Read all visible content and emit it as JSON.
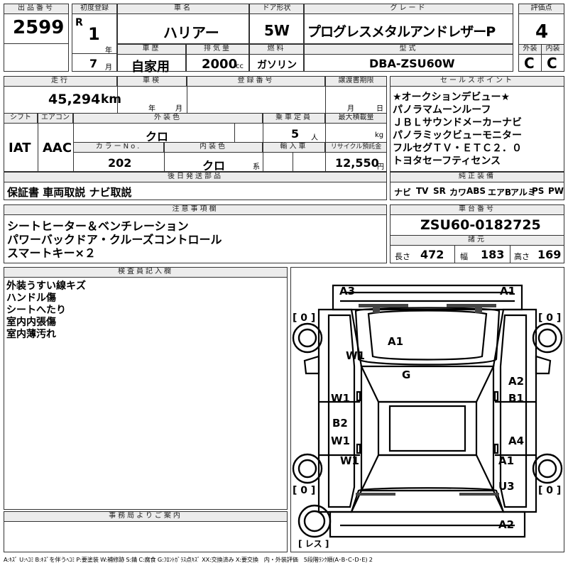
{
  "lot": {
    "label": "出品番号",
    "value": "2599"
  },
  "first_reg": {
    "label": "初度登録",
    "era": "R",
    "year": "1",
    "year_unit": "年",
    "month": "7",
    "month_unit": "月"
  },
  "car_name": {
    "label": "車名",
    "value": "ハリアー"
  },
  "door": {
    "label": "ドア形状",
    "value": "5W"
  },
  "grade": {
    "label": "グレード",
    "value": "プログレスメタルアンドレザーP"
  },
  "rating": {
    "label": "評価点",
    "value": "4",
    "ext_label": "外装",
    "ext_value": "C",
    "int_label": "内装",
    "int_value": "C"
  },
  "history": {
    "label": "車歴",
    "value": "自家用"
  },
  "displacement": {
    "label": "排気量",
    "value": "2000",
    "unit": "cc"
  },
  "fuel": {
    "label": "燃料",
    "value": "ガソリン"
  },
  "model_code": {
    "label": "型式",
    "value": "DBA-ZSU60W"
  },
  "mileage": {
    "label": "走行",
    "value": "45,294",
    "unit": "km"
  },
  "inspection": {
    "label": "車検",
    "year_unit": "年",
    "month_unit": "月"
  },
  "reg_number": {
    "label": "登録番号"
  },
  "transfer": {
    "label": "譲渡書期限",
    "month_unit": "月",
    "day_unit": "日"
  },
  "shift": {
    "label": "シフト",
    "value": "IAT"
  },
  "ac": {
    "label": "エアコン",
    "value": "AAC"
  },
  "ext_color": {
    "label": "外装色",
    "value": "クロ"
  },
  "capacity": {
    "label": "乗車定員",
    "value": "5",
    "unit": "人"
  },
  "max_load": {
    "label": "最大積載量",
    "unit": "kg"
  },
  "color_no": {
    "label": "カラーNo.",
    "value": "202"
  },
  "int_color": {
    "label": "内装色",
    "value": "クロ",
    "unit": "系"
  },
  "import": {
    "label": "輸入車"
  },
  "recycle": {
    "label": "リサイクル預託金",
    "value": "12,550",
    "unit": "円"
  },
  "sales_points": {
    "label": "セールスポイント",
    "items": [
      "★オークションデビュー★",
      "パノラマムーンルーフ",
      "ＪＢＬサウンドメーカーナビ",
      "パノラミックビューモニター",
      "フルセグＴＶ・ＥＴＣ２．０",
      "トヨタセーフティセンス"
    ]
  },
  "later_parts": {
    "label": "後日発送部品",
    "value": "保証書 車両取説 ナビ取説"
  },
  "equipment": {
    "label": "純正装備",
    "items": [
      "ナビ",
      "TV",
      "SR",
      "カワ",
      "ABS",
      "エアB",
      "アルミ",
      "PS",
      "PW"
    ]
  },
  "notes": {
    "label": "注意事項欄",
    "lines": [
      "シートヒーター＆ベンチレーション",
      "パワーバックドア・クルーズコントロール",
      "スマートキー×２"
    ]
  },
  "chassis": {
    "label": "車台番号",
    "value": "ZSU60-0182725"
  },
  "dims": {
    "label": "諸元",
    "length_label": "長さ",
    "length": "472",
    "width_label": "幅",
    "width": "183",
    "height_label": "高さ",
    "height": "169"
  },
  "inspector": {
    "label": "検査員記入欄",
    "lines": [
      "外装うすい線キズ",
      "ハンドル傷",
      "シートへたり",
      "室内内張傷",
      "室内薄汚れ"
    ]
  },
  "office": {
    "label": "事務局よりご案内"
  },
  "diagram": {
    "marks": [
      "A3",
      "A1",
      "A1",
      "W1",
      "G",
      "A2",
      "W1",
      "B1",
      "B2",
      "W1",
      "A4",
      "W1",
      "A1",
      "U3",
      "A2"
    ],
    "tires": [
      "[ 0 ]",
      "[ 0 ]",
      "[ 0 ]",
      "[ 0 ]"
    ],
    "spare": "[ レス ]"
  },
  "legend": "A:ｷｽﾞ U:ﾍｺﾐ B:ｷｽﾞを伴うﾍｺﾐ P:要塗装 W:補修跡 S:錆 C:腐食 G:ﾌﾛﾝﾄｶﾞﾗｽ点ｷｽﾞ XX:交換済み X:要交換　内・外装評価　5段階ﾗﾝｸ順(A･B･C･D･E) 2"
}
